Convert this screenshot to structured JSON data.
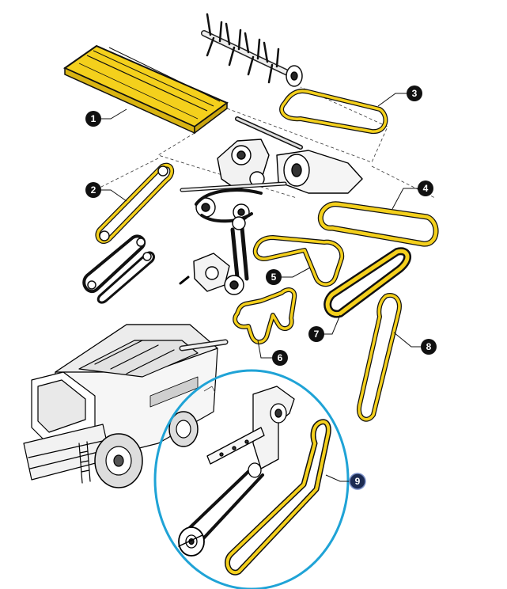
{
  "colors": {
    "belt_fill": "#f4d01c",
    "outline": "#111111",
    "highlight_ring": "#1fa3d6",
    "callout_fill": "#111111",
    "callout_highlight_fill": "#1c2b52",
    "callout_text": "#ffffff"
  },
  "callouts": [
    {
      "id": "1",
      "label": "1",
      "highlighted": false
    },
    {
      "id": "2",
      "label": "2",
      "highlighted": false
    },
    {
      "id": "3",
      "label": "3",
      "highlighted": false
    },
    {
      "id": "4",
      "label": "4",
      "highlighted": false
    },
    {
      "id": "5",
      "label": "5",
      "highlighted": false
    },
    {
      "id": "6",
      "label": "6",
      "highlighted": false
    },
    {
      "id": "7",
      "label": "7",
      "highlighted": false
    },
    {
      "id": "8",
      "label": "8",
      "highlighted": false
    },
    {
      "id": "9",
      "label": "9",
      "highlighted": true
    }
  ],
  "icons": {
    "concave_plate": "concave-plate-icon",
    "rotor": "rotor-icon",
    "belt": "drive-belt-icon",
    "combine": "combine-harvester-icon",
    "gearbox": "gearbox-icon"
  }
}
